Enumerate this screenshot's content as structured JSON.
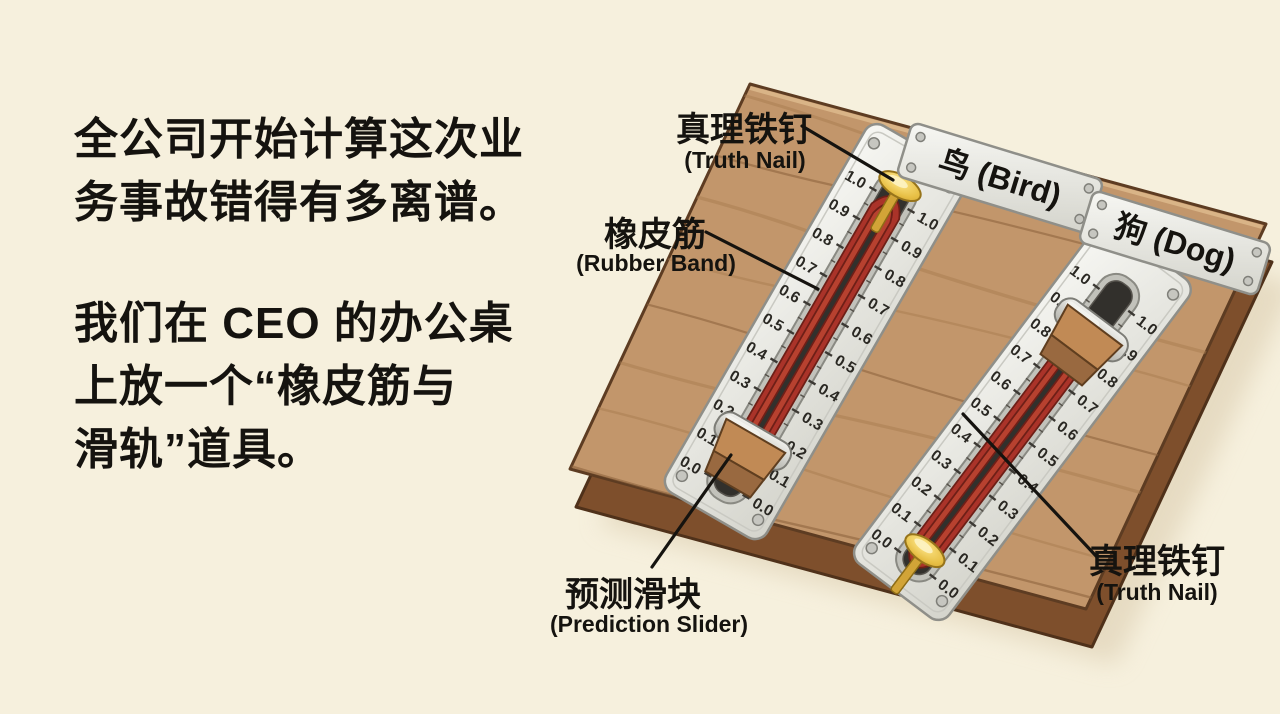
{
  "left_text": {
    "paragraph1": "全公司开始计算这次业\n务事故错得有多离谱。",
    "paragraph2": "我们在 CEO 的办公桌\n上放一个“橡皮筋与\n滑轨”道具。"
  },
  "diagram": {
    "callouts": {
      "truth_nail_top": {
        "zh": "真理铁钉",
        "en": "(Truth Nail)"
      },
      "rubber_band": {
        "zh": "橡皮筋",
        "en": "(Rubber Band)"
      },
      "prediction_slider": {
        "zh": "预测滑块",
        "en": "(Prediction Slider)"
      },
      "truth_nail_bottom": {
        "zh": "真理铁钉",
        "en": "(Truth Nail)"
      }
    },
    "plates": [
      {
        "label": "鸟 (Bird)"
      },
      {
        "label": "狗 (Dog)"
      }
    ],
    "scale_labels": [
      "1.0",
      "0.9",
      "0.8",
      "0.7",
      "0.6",
      "0.5",
      "0.4",
      "0.3",
      "0.2",
      "0.1",
      "0.0"
    ],
    "rails": [
      {
        "name": "bird-rail",
        "truth": 1.0,
        "prediction": 0.12
      },
      {
        "name": "dog-rail",
        "truth": 0.0,
        "prediction": 0.85
      }
    ],
    "colors": {
      "background": "#f6f0dd",
      "wood_top": "#c2966b",
      "wood_side": "#7e4f2c",
      "metal_plate": "#e9e9e4",
      "slot": "#32302c",
      "nail_gold": "#eac94f",
      "rubber_band": "#aa3329",
      "text": "#15130f"
    }
  }
}
